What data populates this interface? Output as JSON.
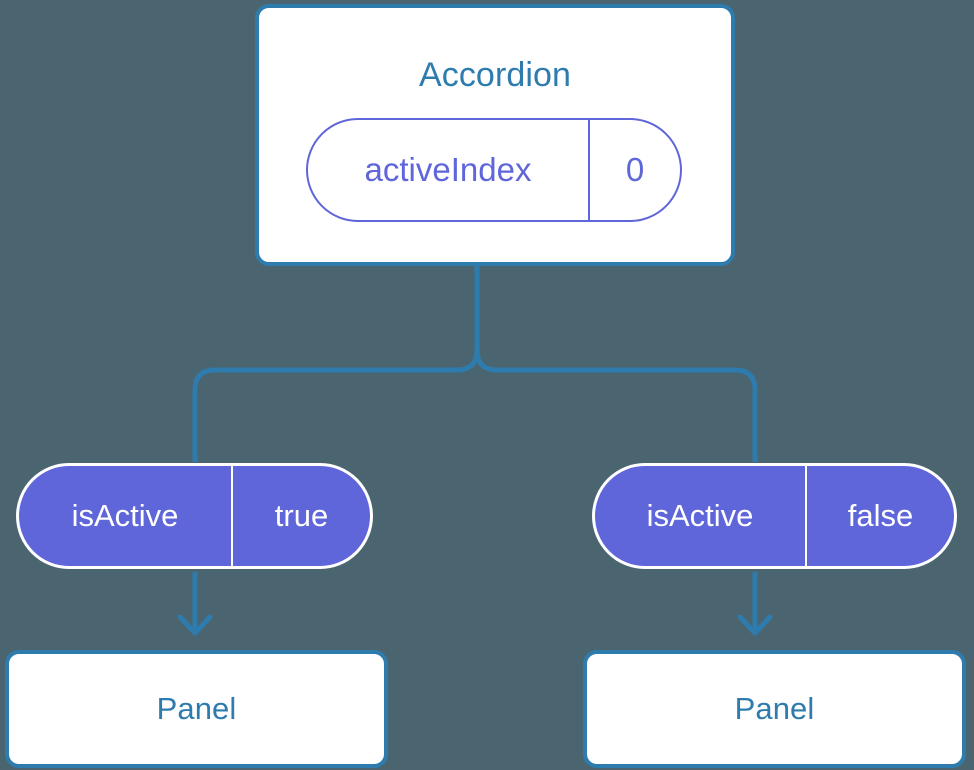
{
  "theme": {
    "background": "#4a6570",
    "card_border": "#2e7cae",
    "card_fill": "#ffffff",
    "card_text": "#2e7cae",
    "pill_accent": "#5f66da",
    "pill_text_on_fill": "#ffffff",
    "connector": "#2e7cae"
  },
  "diagram": {
    "type": "component-tree",
    "root": {
      "name": "accordion-card",
      "title": "Accordion",
      "state_pill": {
        "key": "activeIndex",
        "value": "0",
        "style": "outlined"
      }
    },
    "branches": [
      {
        "name": "branch-left",
        "prop_pill": {
          "key": "isActive",
          "value": "true",
          "style": "filled"
        },
        "panel": {
          "name": "panel-card-left",
          "title": "Panel"
        }
      },
      {
        "name": "branch-right",
        "prop_pill": {
          "key": "isActive",
          "value": "false",
          "style": "filled"
        },
        "panel": {
          "name": "panel-card-right",
          "title": "Panel"
        }
      }
    ]
  }
}
